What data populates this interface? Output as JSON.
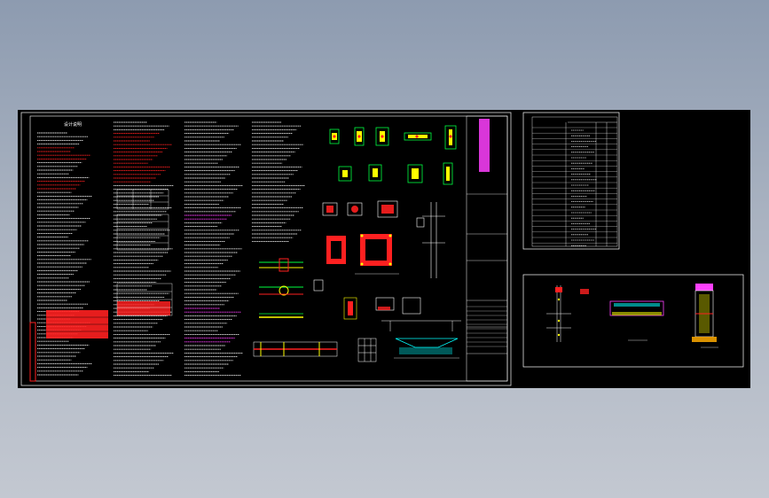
{
  "window": {
    "title": ""
  },
  "drawing": {
    "main_sheet": {
      "header_label": "设计说明",
      "title_block_text": "",
      "sections": [
        "notes-column-1",
        "notes-column-2",
        "notes-column-3",
        "details-column",
        "details-sections",
        "title-block"
      ]
    },
    "schedule_sheet": {
      "header_label": "",
      "rows": 22
    },
    "section_sheet": {
      "label": ""
    }
  },
  "colors": {
    "background": "#000000",
    "border": "#ffffff",
    "highlight_red": "#ff2020",
    "highlight_magenta": "#ff40ff",
    "cad_yellow": "#ffff00",
    "cad_green": "#00ff40",
    "cad_cyan": "#00ffff",
    "sky_top": "#8d9bb0",
    "sky_bottom": "#c3c8d1"
  }
}
